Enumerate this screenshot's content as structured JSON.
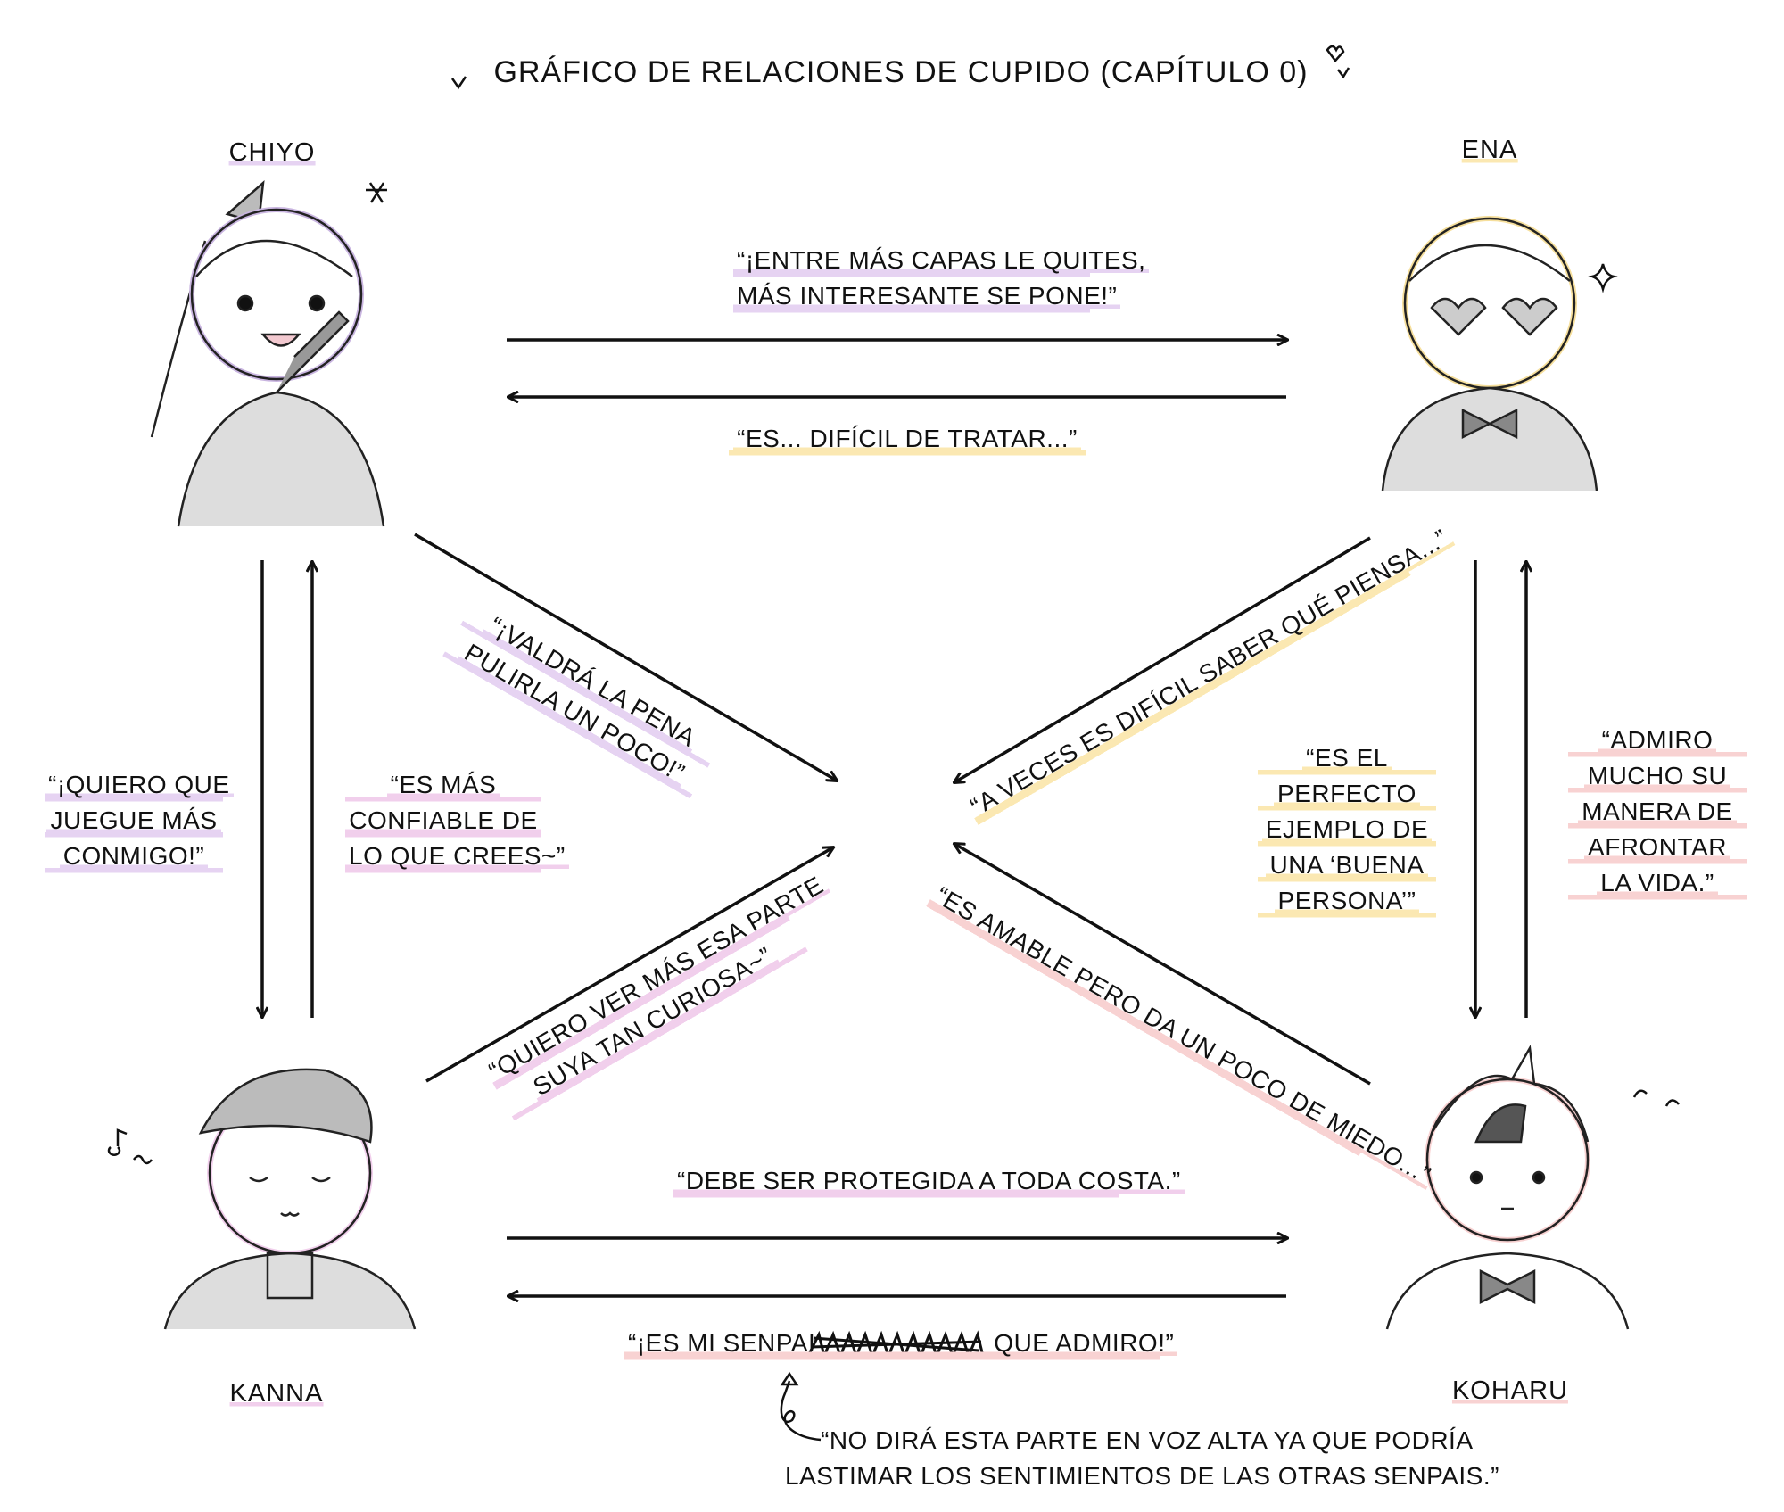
{
  "title": "GRÁFICO DE RELACIONES DE CUPIDO (CAPÍTULO 0)",
  "colors": {
    "chiyo": "#e6d3f2",
    "ena": "#fbe8b2",
    "kanna": "#f1cfec",
    "koharu": "#f8d2d2",
    "line": "#111111"
  },
  "characters": {
    "chiyo": {
      "name": "CHIYO",
      "icon": "chibi-girl-with-gun"
    },
    "ena": {
      "name": "ENA",
      "icon": "chibi-girl-heart-glasses"
    },
    "kanna": {
      "name": "KANNA",
      "icon": "chibi-girl-beret"
    },
    "koharu": {
      "name": "KOHARU",
      "icon": "chibi-girl-worried"
    }
  },
  "quotes": {
    "chiyo_to_ena": [
      "“¡ENTRE MÁS CAPAS LE QUITES,",
      "MÁS INTERESANTE SE PONE!”"
    ],
    "ena_to_chiyo": [
      "“ES... DIFÍCIL DE TRATAR...”"
    ],
    "chiyo_to_kanna": [
      "“¡QUIERO QUE",
      "JUEGUE MÁS",
      "CONMIGO!”"
    ],
    "kanna_to_chiyo": [
      "“ES MÁS",
      "CONFIABLE DE",
      "LO QUE CREES~”"
    ],
    "chiyo_to_koharu": [
      "“¡VALDRÁ LA PENA",
      "PULIRLA UN POCO!”"
    ],
    "ena_to_kanna": [
      "“A VECES ES DIFÍCIL SABER QUÉ PIENSA...”"
    ],
    "kanna_to_ena": [
      "“QUIERO VER MÁS ESA PARTE",
      "SUYA TAN CURIOSA~”"
    ],
    "koharu_to_chiyo": [
      "“ES AMABLE PERO DA UN POCO DE MIEDO...”"
    ],
    "ena_to_koharu": [
      "“ES EL",
      "PERFECTO",
      "EJEMPLO DE",
      "UNA ‘BUENA",
      "PERSONA’”"
    ],
    "koharu_to_ena": [
      "“ADMIRO",
      "MUCHO SU",
      "MANERA DE",
      "AFRONTAR",
      "LA VIDA.”"
    ],
    "kanna_to_koharu": [
      "“DEBE SER PROTEGIDA A TODA COSTA.”"
    ],
    "koharu_to_kanna": {
      "before": "“¡ES MI SENPAI",
      "after": "QUE ADMIRO!”"
    },
    "note": [
      "“NO DIRÁ ESTA PARTE EN VOZ ALTA YA QUE PODRÍA",
      "LASTIMAR LOS SENTIMIENTOS DE LAS OTRAS SENPAIS.”"
    ]
  }
}
